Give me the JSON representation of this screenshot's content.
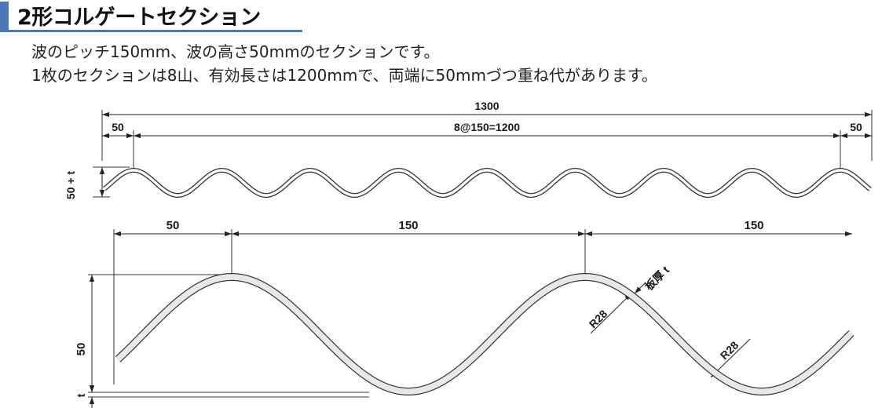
{
  "section": {
    "title": "2形コルゲートセクション",
    "description": [
      "波のピッチ150mm、波の高さ50mmのセクションです。",
      "1枚のセクションは8山、有効長さは1200mmで、両端に50mmづつ重ね代があります。"
    ]
  },
  "overview": {
    "overall_length": "1300",
    "end_lap_left": "50",
    "pitch_spec": "8@150=1200",
    "end_lap_right": "50",
    "height_label": "50 + t"
  },
  "detail": {
    "dim_first": "50",
    "dim_pitch_1": "150",
    "dim_pitch_2": "150",
    "height": "50",
    "thickness": "t",
    "radius_1": "R28",
    "radius_2": "R28",
    "plate_thickness": "板厚 t"
  },
  "colors": {
    "accent": "#4a78b8",
    "line": "#333333",
    "fill": "#e8e8e8"
  }
}
